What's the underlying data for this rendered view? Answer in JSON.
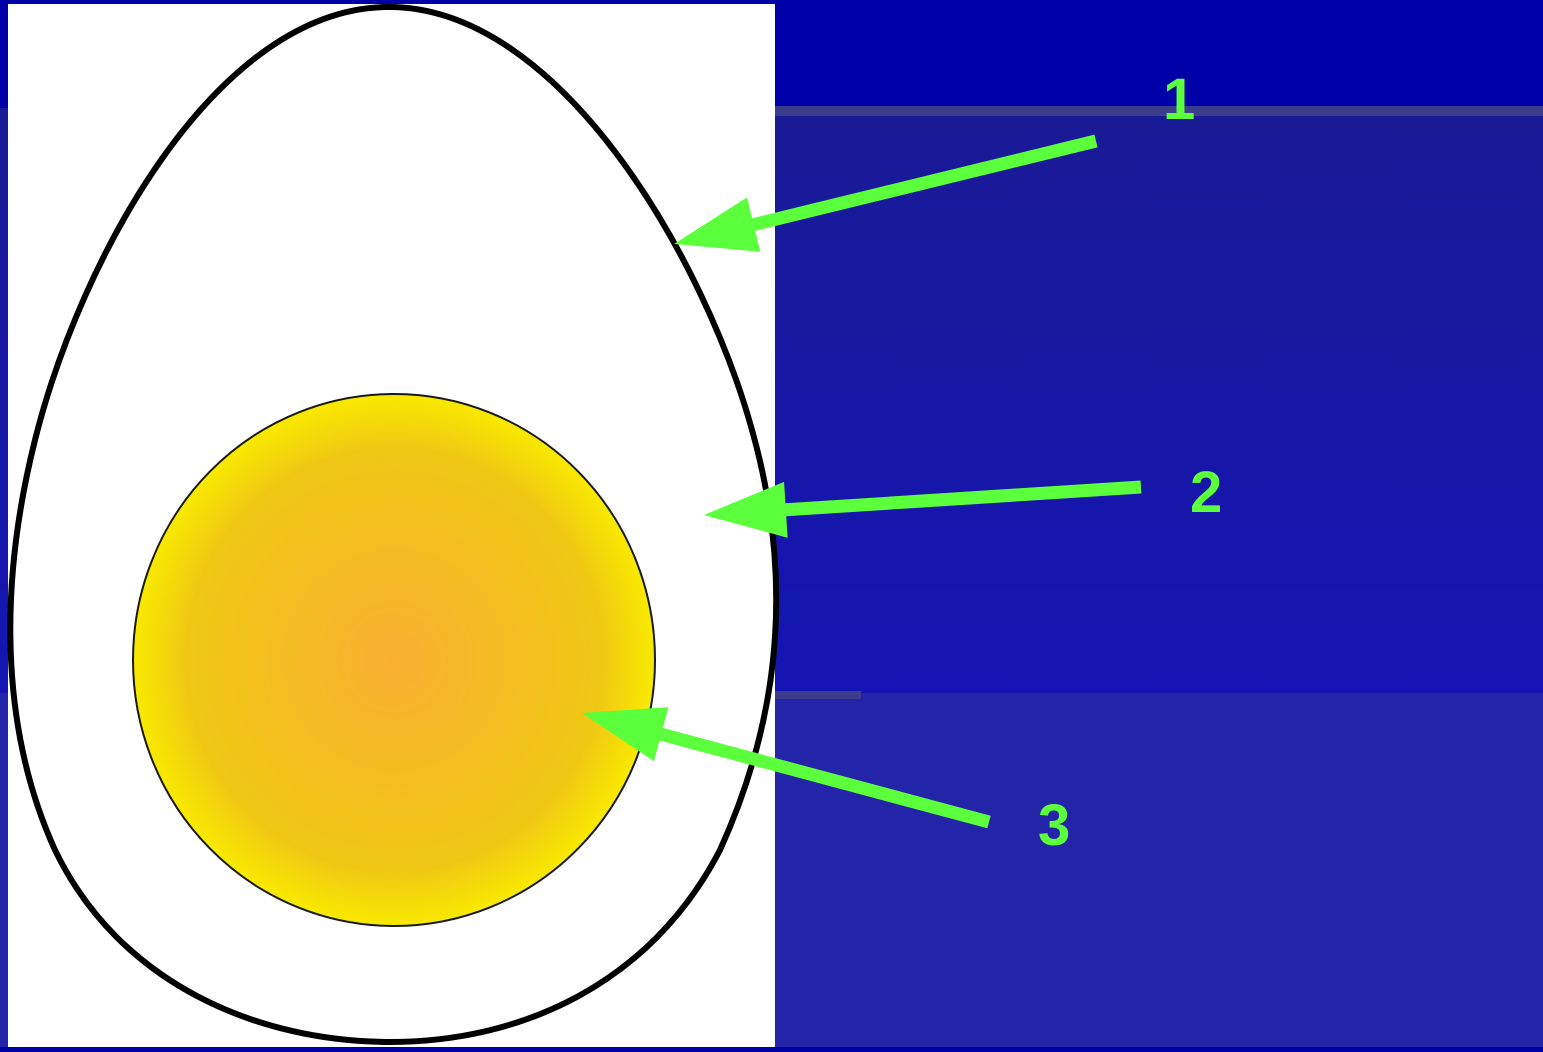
{
  "diagram": {
    "labels": [
      {
        "id": "1",
        "text": "1",
        "part": "shell"
      },
      {
        "id": "2",
        "text": "2",
        "part": "egg white"
      },
      {
        "id": "3",
        "text": "3",
        "part": "yolk"
      }
    ]
  },
  "colors": {
    "background_top": "#0000a8",
    "background_band": "#1010a0",
    "background_bottom": "#2424a8",
    "panel": "#ffffff",
    "shell_outline": "#000000",
    "yolk_center": "#f8b030",
    "yolk_mid": "#f0c814",
    "yolk_edge": "#f8e800",
    "arrow": "#5cff3c",
    "divider": "#3c3c8c"
  }
}
